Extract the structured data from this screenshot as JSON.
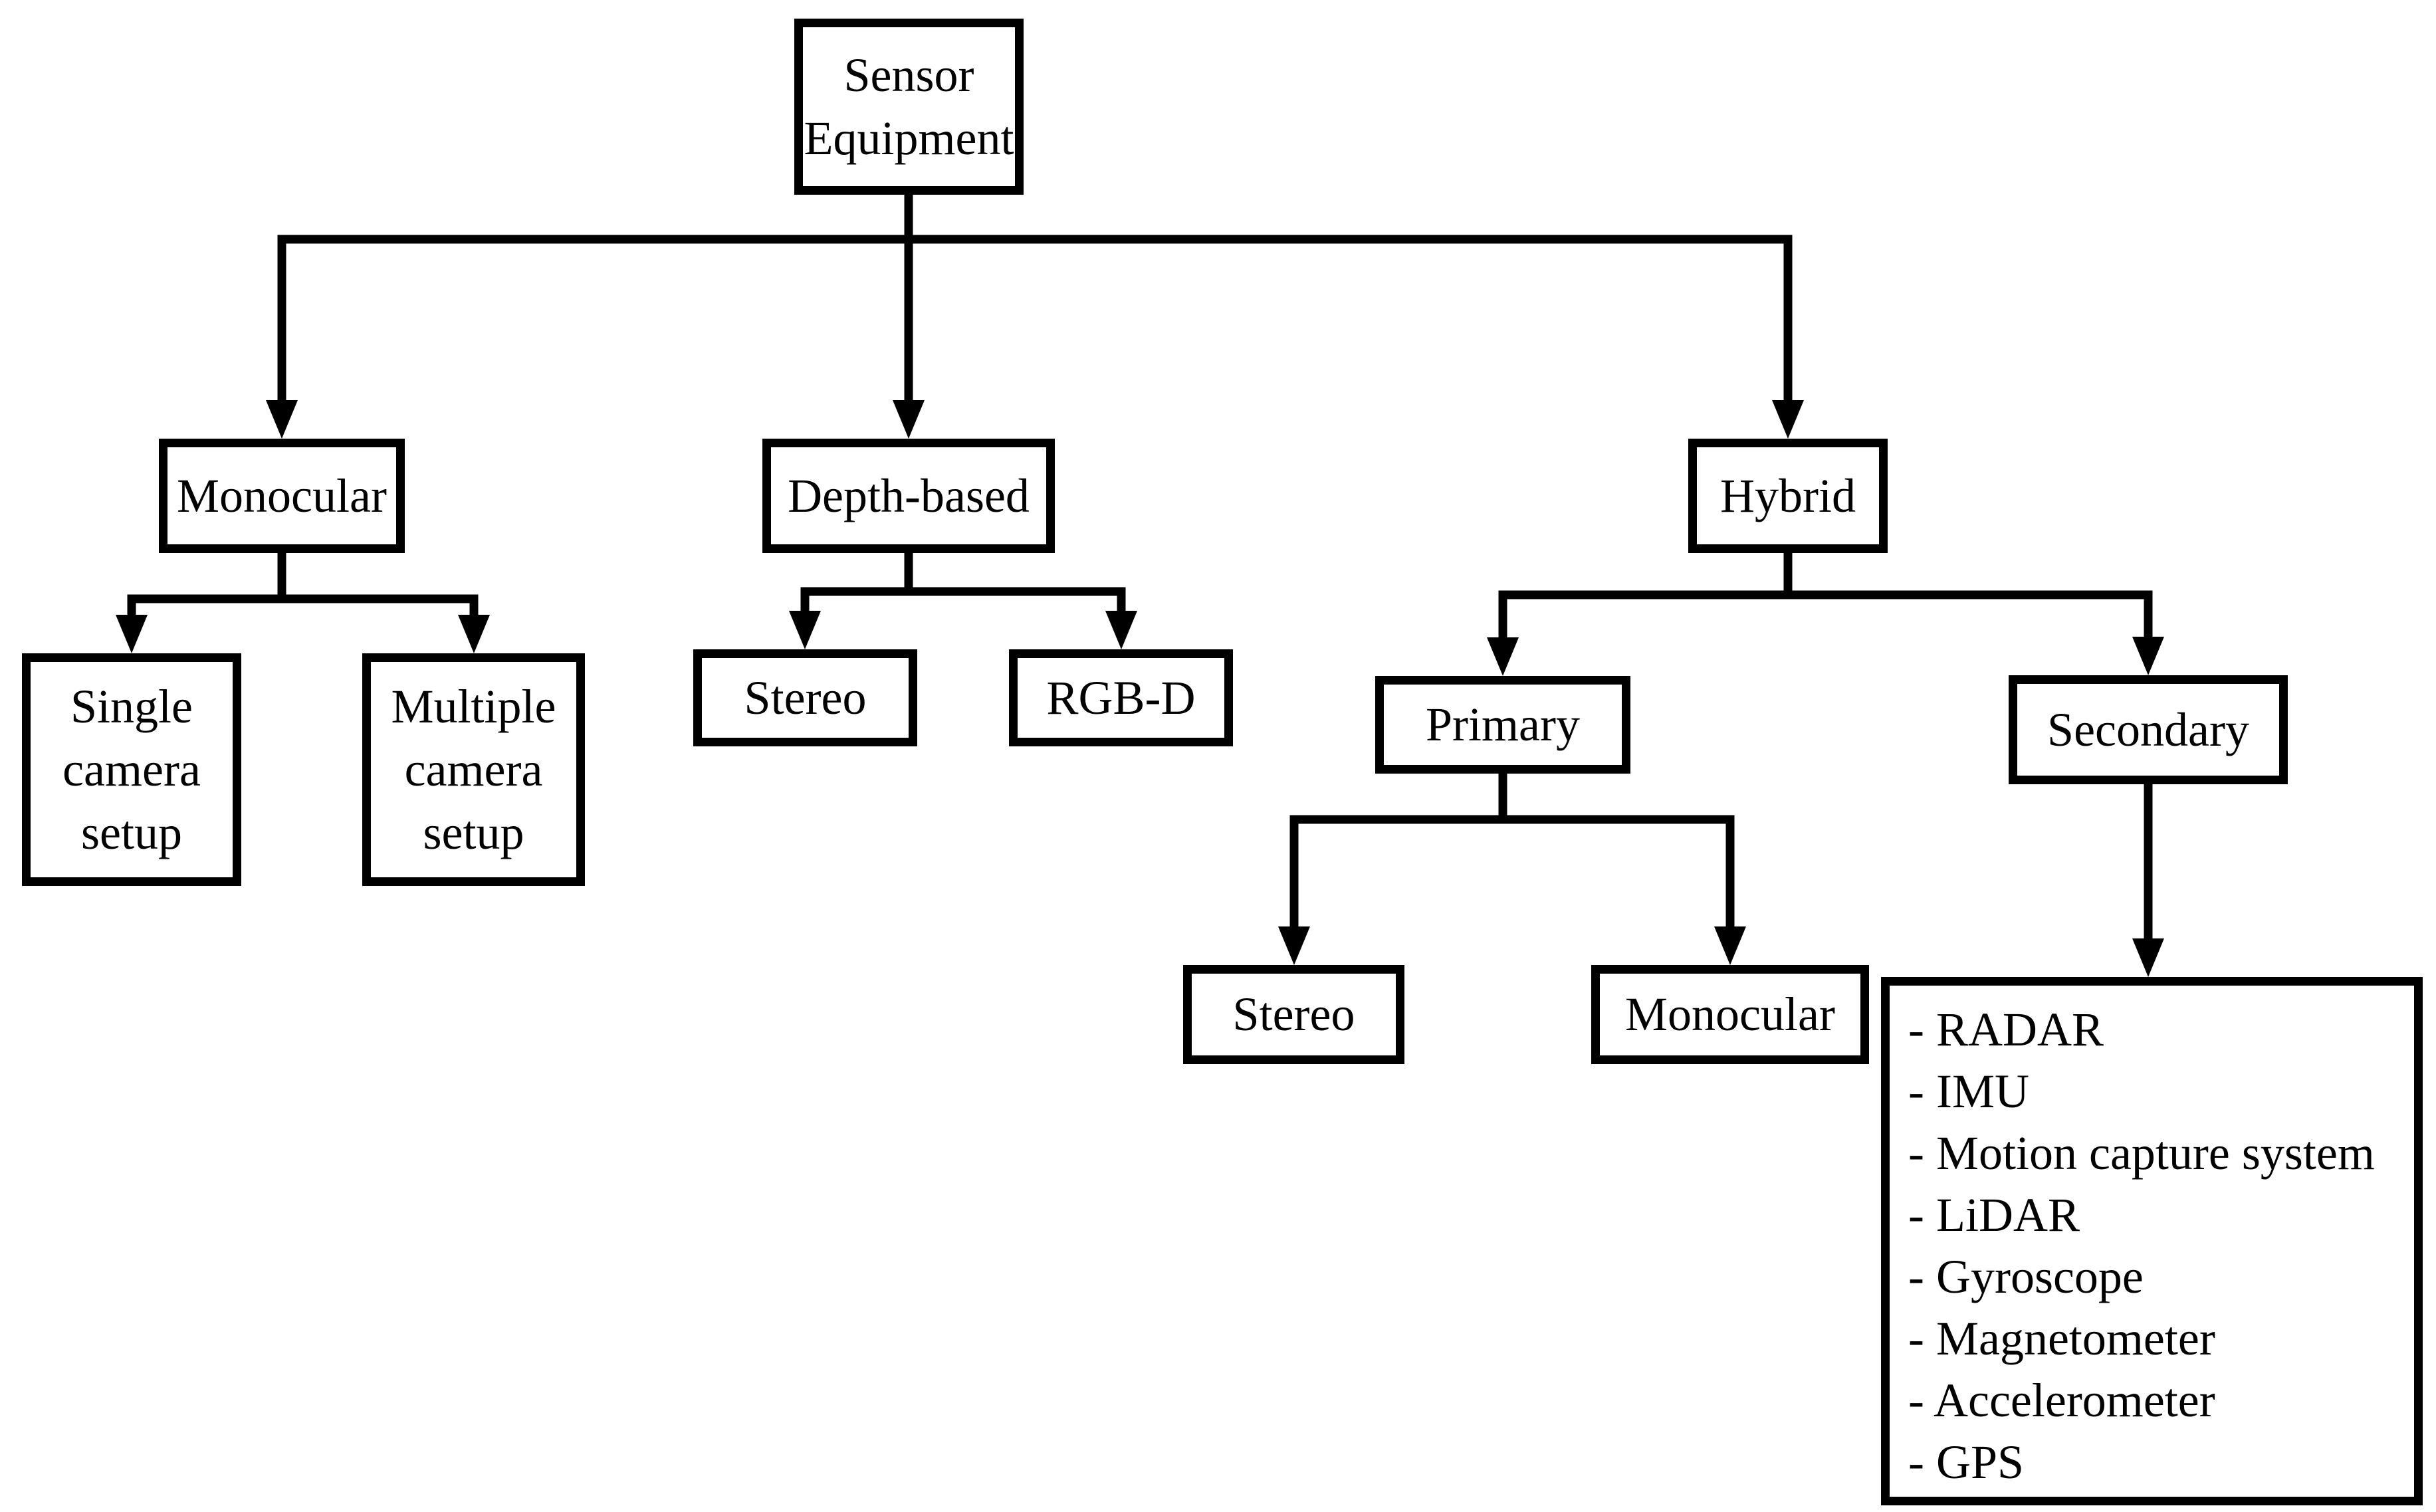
{
  "diagram": {
    "nodes": {
      "root": "Sensor\nEquipment",
      "monocular": "Monocular",
      "single_camera": "Single\ncamera\nsetup",
      "multiple_camera": "Multiple\ncamera\nsetup",
      "depth_based": "Depth-based",
      "stereo_depth": "Stereo",
      "rgbd": "RGB-D",
      "hybrid": "Hybrid",
      "primary": "Primary",
      "secondary": "Secondary",
      "stereo_primary": "Stereo",
      "monocular_primary": "Monocular",
      "secondary_sensors": [
        "- RADAR",
        "- IMU",
        "- Motion capture system",
        "- LiDAR",
        "- Gyroscope",
        "- Magnetometer",
        "- Accelerometer",
        "- GPS"
      ]
    },
    "edges": [
      {
        "from": "Sensor Equipment",
        "to": "Monocular"
      },
      {
        "from": "Sensor Equipment",
        "to": "Depth-based"
      },
      {
        "from": "Sensor Equipment",
        "to": "Hybrid"
      },
      {
        "from": "Monocular",
        "to": "Single camera setup"
      },
      {
        "from": "Monocular",
        "to": "Multiple camera setup"
      },
      {
        "from": "Depth-based",
        "to": "Stereo"
      },
      {
        "from": "Depth-based",
        "to": "RGB-D"
      },
      {
        "from": "Hybrid",
        "to": "Primary"
      },
      {
        "from": "Hybrid",
        "to": "Secondary"
      },
      {
        "from": "Primary",
        "to": "Stereo"
      },
      {
        "from": "Primary",
        "to": "Monocular"
      },
      {
        "from": "Secondary",
        "to": "Secondary sensor list"
      }
    ],
    "colors": {
      "background": "#ffffff",
      "line": "#000000",
      "text": "#000000"
    }
  }
}
